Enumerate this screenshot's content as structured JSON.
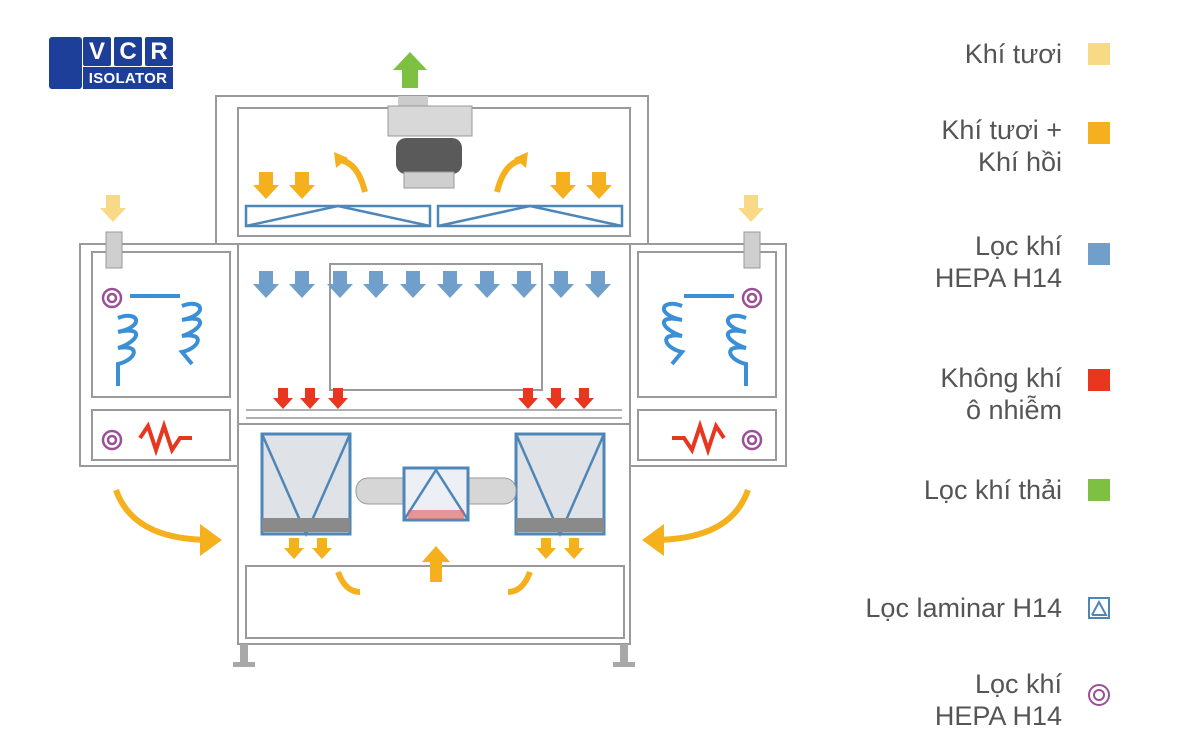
{
  "logo": {
    "letters": [
      "V",
      "C",
      "R"
    ],
    "subtitle": "ISOLATOR"
  },
  "legend": [
    {
      "label": "Khí tươi",
      "symbol": "square",
      "color": "#f8d985"
    },
    {
      "label": "Khí tươi +\nKhí hồi",
      "symbol": "square",
      "color": "#f5b01e"
    },
    {
      "label": "Lọc khí\nHEPA H14",
      "symbol": "square",
      "color": "#6f9fca"
    },
    {
      "label": "Không khí\nô nhiễm",
      "symbol": "square",
      "color": "#e8361f"
    },
    {
      "label": "Lọc khí thải",
      "symbol": "square",
      "color": "#7ec142"
    },
    {
      "label": "Lọc laminar H14",
      "symbol": "triangle-in-square",
      "color": "#4f86b8"
    },
    {
      "label": "Lọc khí\nHEPA H14",
      "symbol": "concentric-circles",
      "color": "#9b4f96"
    }
  ],
  "colors": {
    "fresh_air": "#f8d985",
    "mixed_air": "#f5b01e",
    "hepa_air": "#6f9fca",
    "contaminated_air": "#e8361f",
    "exhaust_air": "#7ec142",
    "laminar_filter": "#4f86b8",
    "hepa_ring": "#9b4f96",
    "outline": "#9a9a9a"
  }
}
